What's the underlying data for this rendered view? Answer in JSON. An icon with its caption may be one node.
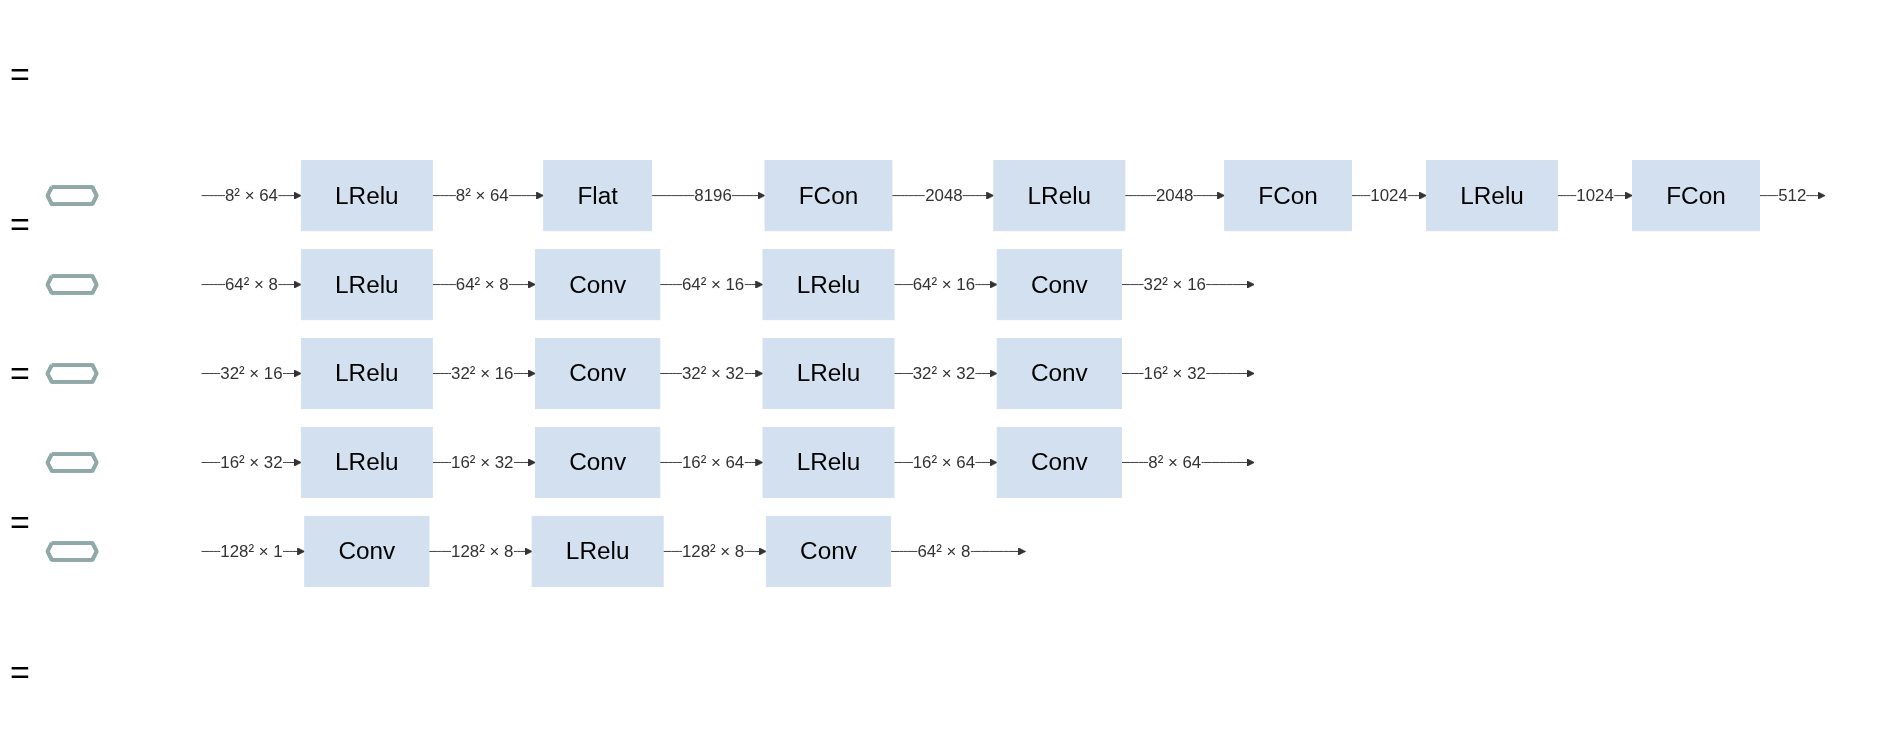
{
  "diagram": {
    "nodes": [
      {
        "text": [],
        "shape": "hexagon"
      },
      {
        "text": [
          "Conv"
        ]
      },
      {
        "text": [
          "LRelu"
        ]
      },
      {
        "text": [
          "Conv"
        ]
      },
      {
        "text": [],
        "shape": "hexagon"
      },
      {
        "text": [
          "LRelu"
        ]
      },
      {
        "text": [
          "Conv"
        ]
      },
      {
        "text": [
          "LRelu"
        ]
      },
      {
        "text": [
          "Conv"
        ]
      },
      {
        "text": [],
        "shape": "hexagon"
      },
      {
        "text": [
          "LRelu"
        ]
      },
      {
        "text": [
          "Conv"
        ]
      },
      {
        "text": [
          "LRelu"
        ]
      },
      {
        "text": [
          "Conv"
        ]
      },
      {
        "text": [],
        "shape": "hexagon"
      },
      {
        "text": [
          "LRelu"
        ]
      },
      {
        "text": [
          "Conv"
        ]
      },
      {
        "text": [
          "LRelu"
        ]
      },
      {
        "text": [
          "Conv"
        ]
      },
      {
        "text": [],
        "shape": "hexagon"
      },
      {
        "text": [
          "LRelu"
        ]
      },
      {
        "text": [
          "Flat"
        ]
      },
      {
        "text": [
          "FCon"
        ]
      },
      {
        "text": [
          "LRelu"
        ]
      },
      {
        "text": [
          "FCon"
        ]
      },
      {
        "text": [
          "LRelu"
        ]
      },
      {
        "text": [
          "FCon"
        ]
      }
    ],
    "edges": [
      {
        "from": null,
        "to": 1,
        "arrow": "to",
        "label": "128² × 1"
      },
      {
        "from": 1,
        "to": 2,
        "arrow": "to",
        "label": "128² × 8"
      },
      {
        "from": 2,
        "to": 3,
        "arrow": "to",
        "label": "128² × 8"
      },
      {
        "from": 3,
        "to": null,
        "arrow": "to",
        "label": "64² × 8"
      },
      {
        "from": null,
        "to": 5,
        "arrow": "to",
        "label": "64² × 8"
      },
      {
        "from": 5,
        "to": 6,
        "arrow": "to",
        "label": "64² × 8"
      },
      {
        "from": 6,
        "to": 7,
        "arrow": "to",
        "label": "64² × 16"
      },
      {
        "from": 7,
        "to": 8,
        "arrow": "to",
        "label": "64² × 16"
      },
      {
        "from": 8,
        "to": null,
        "arrow": "to",
        "label": "32² × 16"
      },
      {
        "from": null,
        "to": 10,
        "arrow": "to",
        "label": "32² × 16"
      },
      {
        "from": 10,
        "to": 11,
        "arrow": "to",
        "label": "32² × 16"
      },
      {
        "from": 11,
        "to": 12,
        "arrow": "to",
        "label": "32² × 32"
      },
      {
        "from": 12,
        "to": 13,
        "arrow": "to",
        "label": "32² × 32"
      },
      {
        "from": 13,
        "to": null,
        "arrow": "to",
        "label": "16² × 32"
      },
      {
        "from": null,
        "to": 15,
        "arrow": "to",
        "label": "16² × 32"
      },
      {
        "from": 15,
        "to": 16,
        "arrow": "to",
        "label": "16² × 32"
      },
      {
        "from": 16,
        "to": 17,
        "arrow": "to",
        "label": "16² × 64"
      },
      {
        "from": 17,
        "to": 18,
        "arrow": "to",
        "label": "16² × 64"
      },
      {
        "from": 18,
        "to": null,
        "arrow": "to",
        "label": "8² × 64"
      },
      {
        "from": null,
        "to": 20,
        "arrow": "to",
        "label": "8² × 64"
      },
      {
        "from": 20,
        "to": 21,
        "arrow": "to",
        "label": "8² × 64"
      },
      {
        "from": 21,
        "to": 22,
        "arrow": "to",
        "label": "8196"
      },
      {
        "from": 22,
        "to": 23,
        "arrow": "to",
        "label": "2048"
      },
      {
        "from": 23,
        "to": 24,
        "arrow": "to",
        "label": "2048"
      },
      {
        "from": 24,
        "to": 25,
        "arrow": "to",
        "label": "1024"
      },
      {
        "from": 25,
        "to": 26,
        "arrow": "to",
        "label": "1024"
      },
      {
        "from": 26,
        "to": null,
        "arrow": "to",
        "label": "512"
      }
    ],
    "labels": [
      "=",
      "=",
      "=",
      "=",
      "="
    ]
  }
}
